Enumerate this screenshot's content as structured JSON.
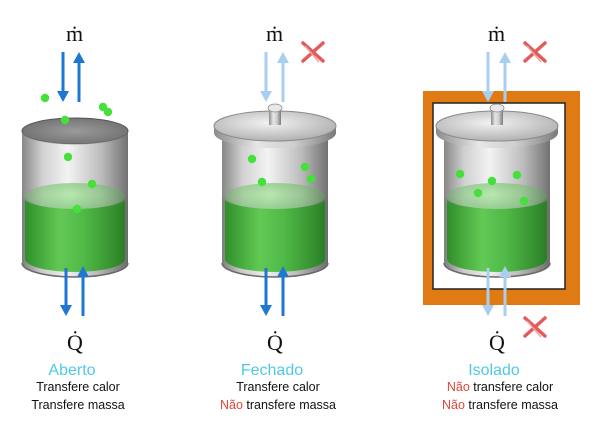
{
  "colors": {
    "arrow_active": "#1f77d4",
    "arrow_faded": "#a9cff0",
    "liquid": "#44b53b",
    "particle": "#45e03a",
    "cross": "#e25b5b",
    "insulation": "#e07a12",
    "system_name": "#4fc8e8",
    "negative_text": "#e0463a"
  },
  "symbols": {
    "mass_flow": "ṁ",
    "heat": "Q̇"
  },
  "systems": [
    {
      "id": "open",
      "name": "Aberto",
      "lid": false,
      "insulated": false,
      "mass_blocked": false,
      "heat_blocked": false,
      "lines": [
        {
          "neg": "",
          "rest": "Transfere calor"
        },
        {
          "neg": "",
          "rest": "Transfere massa"
        }
      ]
    },
    {
      "id": "closed",
      "name": "Fechado",
      "lid": true,
      "insulated": false,
      "mass_blocked": true,
      "heat_blocked": false,
      "lines": [
        {
          "neg": "",
          "rest": "Transfere calor"
        },
        {
          "neg": "Não",
          "rest": " transfere massa"
        }
      ]
    },
    {
      "id": "isolated",
      "name": "Isolado",
      "lid": true,
      "insulated": true,
      "mass_blocked": true,
      "heat_blocked": true,
      "lines": [
        {
          "neg": "Não",
          "rest": " transfere calor"
        },
        {
          "neg": "Não",
          "rest": " transfere massa"
        }
      ]
    }
  ]
}
